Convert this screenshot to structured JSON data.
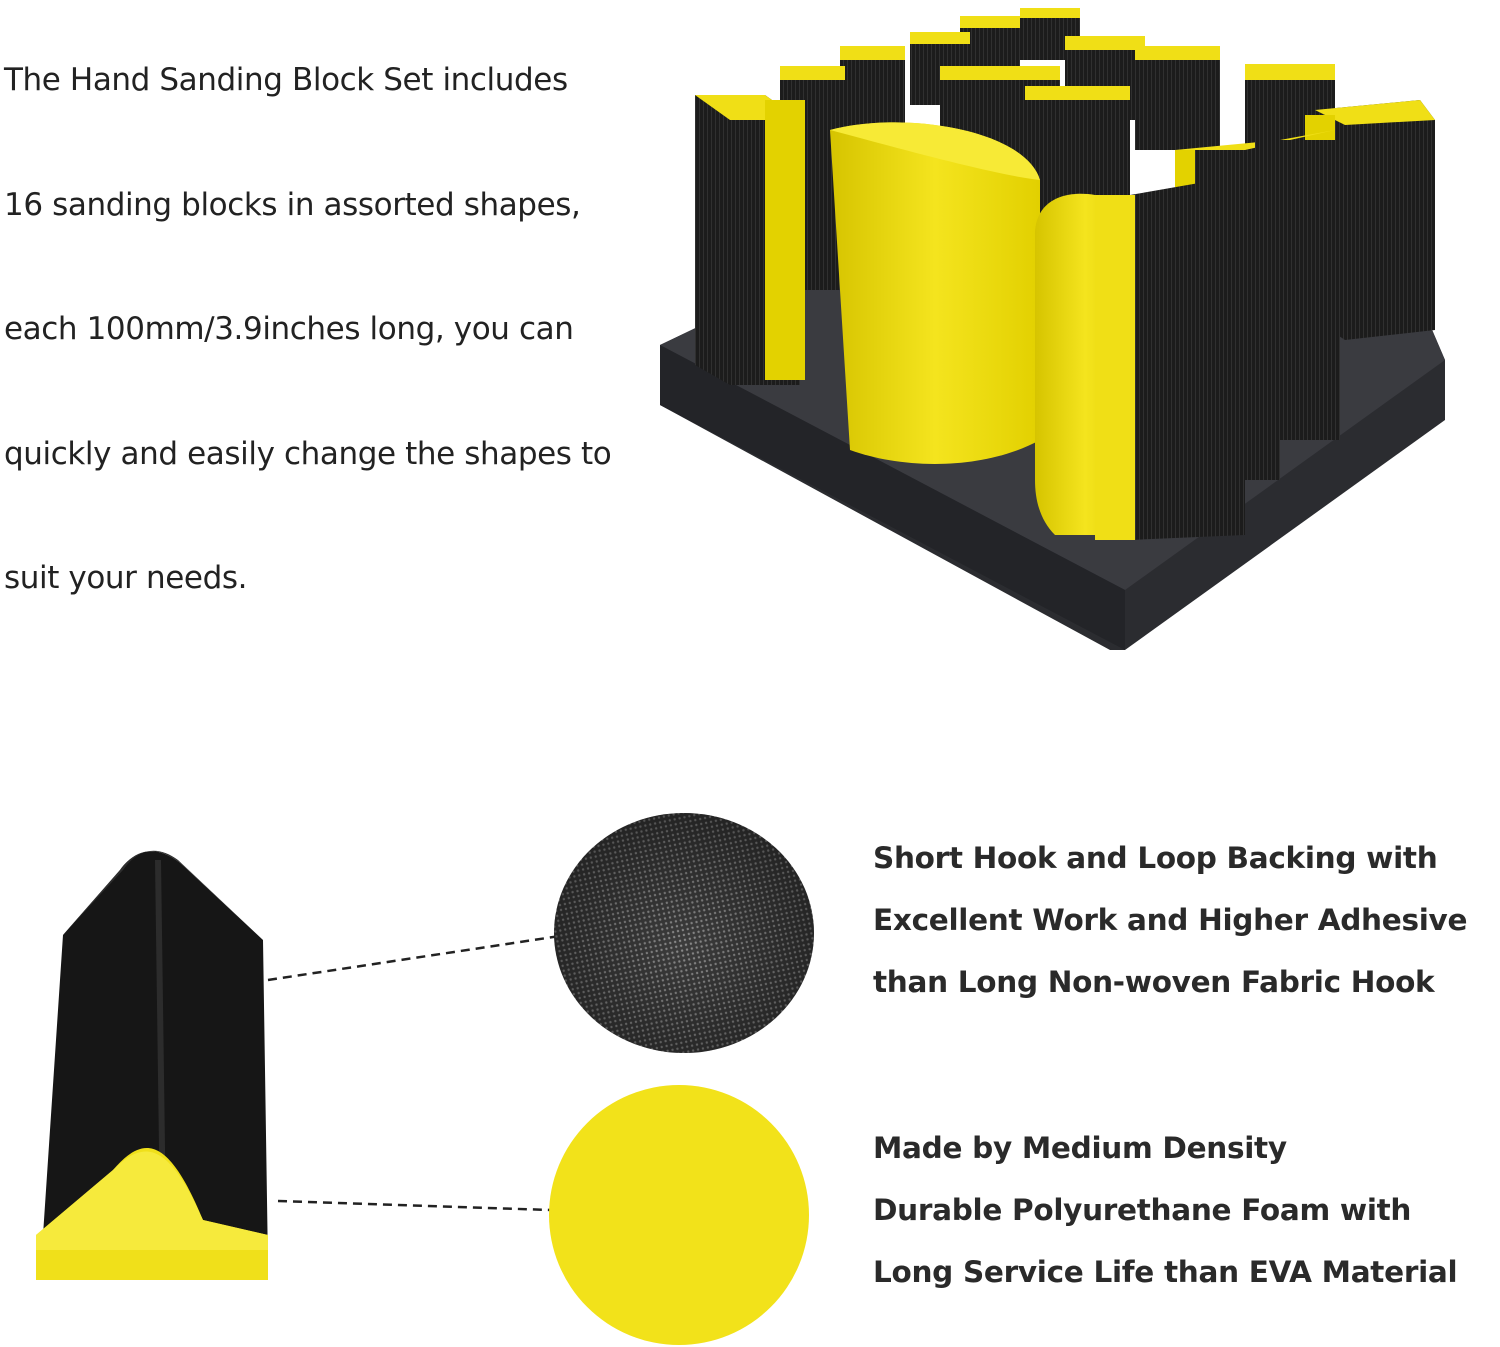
{
  "intro": {
    "lines": [
      "The Hand Sanding Block Set includes",
      "16 sanding blocks in assorted shapes,",
      "each 100mm/3.9inches long, you can",
      "quickly and easily change the shapes to",
      "suit your needs."
    ]
  },
  "features": {
    "hook_backing": [
      "Short Hook and Loop Backing with",
      "Excellent Work and Higher Adhesive",
      "than Long Non-woven Fabric Hook"
    ],
    "foam": [
      "Made by Medium Density",
      "Durable Polyurethane Foam with",
      "Long Service Life than EVA Material"
    ]
  },
  "colors": {
    "yellow": "#f2e21a",
    "black": "#1b1b1b",
    "foam_tray": "#2e2f33"
  }
}
